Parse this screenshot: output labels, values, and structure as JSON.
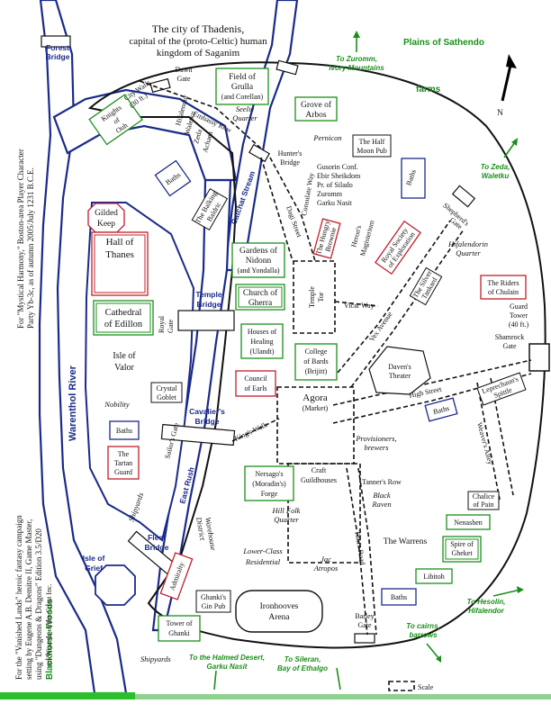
{
  "title": {
    "line1": "The city of Thadenis,",
    "line2": "capital of the (proto-Celtic) human",
    "line3": "kingdom of Saganim"
  },
  "compass_label": "N",
  "rivers": {
    "warenthol": "Warenthol River",
    "catchat": "Catchat Stream",
    "east_rush": "East Rush"
  },
  "bridges": {
    "forest": [
      "Forest",
      "Bridge"
    ],
    "temple": [
      "Temple",
      "Bridge"
    ],
    "cavalier": [
      "Cavalier's",
      "Bridge"
    ],
    "fleet": [
      "Fleet",
      "Bridge"
    ]
  },
  "islands": {
    "grief": [
      "Isle of",
      "Grief"
    ],
    "valor": [
      "Isle of",
      "Valor"
    ]
  },
  "regions": {
    "plains": "Plains of Sathendo",
    "farms": "farms",
    "blackhorse": "Blackhorse Woods"
  },
  "directions": {
    "zuromm": [
      "To Zuromm,",
      "Ivory Mountains"
    ],
    "zeda": [
      "To Zeda,",
      "Waletku"
    ],
    "hesolin": [
      "To Hesolin,",
      "Hifalendor"
    ],
    "cairns": [
      "To cairns,",
      "barrows"
    ],
    "sileran": [
      "To Sileran,",
      "Bay of Ethalgo"
    ],
    "halmed": [
      "To the Halmed Desert,",
      "Garku Nasit"
    ]
  },
  "gates": {
    "dawn": [
      "Dawn",
      "Gate"
    ],
    "shepherds": [
      "Shepherd's",
      "Gate"
    ],
    "shamrock": [
      "Shamrock",
      "Gate"
    ],
    "barley": [
      "Barley",
      "Gate"
    ],
    "sailors": "Sailor's Gate",
    "royal": [
      "Royal",
      "Gate"
    ]
  },
  "buildings": {
    "knights": [
      "Knights",
      "of",
      "Ouh"
    ],
    "field": [
      "Field of",
      "Grulla",
      "(and Corellan)"
    ],
    "grove": [
      "Grove of",
      "Arbos"
    ],
    "halfmoon": [
      "The Half",
      "Moon Pub"
    ],
    "baths_ne": "Baths",
    "baths_nw": "Baths",
    "balking": [
      "The Balking",
      "Baldric"
    ],
    "gilded": [
      "Gilded",
      "Keep"
    ],
    "hall": [
      "Hall of",
      "Thanes"
    ],
    "cathedral": [
      "Cathedral",
      "of Edillon"
    ],
    "crystal": [
      "Crystal",
      "Goblet"
    ],
    "baths_valor": "Baths",
    "tartan": [
      "The",
      "Tartan",
      "Guard"
    ],
    "gardens": [
      "Gardens of",
      "Nidonn",
      "(and Yondalla)"
    ],
    "church": [
      "Church of",
      "Gherra"
    ],
    "houses": [
      "Houses of",
      "Healing",
      "(Ulandt)"
    ],
    "council": [
      "Council",
      "of Earls"
    ],
    "college": [
      "College",
      "of Bards",
      "(Brijitt)"
    ],
    "hungry": [
      "The Hungry",
      "Brownie"
    ],
    "royal_society": [
      "Royal Society",
      "of Exploration"
    ],
    "riders": [
      "The Riders",
      "of Chulain"
    ],
    "silver": [
      "The Silver",
      "Tankard"
    ],
    "daven": [
      "Daven's",
      "Theater"
    ],
    "leprechaun": [
      "Leprechaun's",
      "Spittle"
    ],
    "baths_high": "Baths",
    "nersago": [
      "Nersago's",
      "(Moradin's)",
      "Forge"
    ],
    "chalice": [
      "Chalice",
      "of Pain"
    ],
    "nenashen": "Nenashen",
    "spire": [
      "Spire of",
      "Gheket"
    ],
    "libitoh": "Libitoh",
    "baths_se": "Baths",
    "admiralty": "Admiralty",
    "ghanki_gin": [
      "Ghanki's",
      "Gin Pub"
    ],
    "ironhooves": [
      "Ironhooves",
      "Arena"
    ],
    "tower_ghanki": [
      "Tower of",
      "Ghanki"
    ],
    "temple_tor": [
      "Temple",
      "Tor"
    ],
    "agora": [
      "Agora",
      "(Market)"
    ]
  },
  "areas": {
    "city_walls": [
      "City Walls",
      "(30 ft.)"
    ],
    "embassy_row": "Embassy Row",
    "seelie": [
      "Seelie",
      "Quarter"
    ],
    "embassies": [
      "Hifalendor",
      "Waletku",
      "Zeda",
      "Achaea"
    ],
    "pernicon": "Pernicon",
    "hunters_bridge": [
      "Hunter's",
      "Bridge"
    ],
    "consulate": "Consulate Way",
    "dagi": "Dagi Street",
    "consulates": [
      "Gusorin Conf.",
      "Ebir Sheikdom",
      "Pr. of Silado",
      "Zuromm",
      "Garku Nasit"
    ],
    "heron": [
      "Heron's",
      "Magisterium"
    ],
    "hifalendorin": [
      "Hifalendorin",
      "Quarter"
    ],
    "guard_tower": [
      "Guard",
      "Tower",
      "(40 ft.)"
    ],
    "vicar_way": "Vicar Way",
    "vex_avenue": "Vex Avenue",
    "high_street": "High Street",
    "weavers_alley": "Weaver's Alley",
    "nobility": "Nobility",
    "kings_walk": "King's Walk",
    "provisioners": [
      "Provisioners,",
      "brewers"
    ],
    "craft": [
      "Craft",
      "Guildhouses"
    ],
    "tanners": "Tanner's Row",
    "black_raven": [
      "Black",
      "Raven"
    ],
    "hill_folk": [
      "Hill Folk",
      "Quarter"
    ],
    "warehouse": [
      "Warehouse",
      "District"
    ],
    "shipyards_valor": "Shipyards",
    "lower_class": [
      "Lower-Class",
      "Residential"
    ],
    "jac": [
      "Jac",
      "Atropos"
    ],
    "thorn_road": "Thorn Road",
    "warrens": "The Warrens",
    "shipyards_s": "Shipyards"
  },
  "credit": {
    "line1": "For \"Mystical Harmony,\" Boston-area Player Character",
    "line2": "Party Yb-3c, as of autumn 2005/July 1231 B.C.E.",
    "line3": "For the \"Vanished Lands\" heroic fantasy campaign",
    "line4": "setting by Eugene A.B. Demitre II, Game Master,",
    "line5": "using \"Dungeons & Dragons\" Edition 3.5/D20",
    "line6": "tm Wizards of the Coast Inc."
  },
  "scale_label": "Scale",
  "colors": {
    "green": "#1a8f1a",
    "red": "#c0202a",
    "blue": "#1a2a8a",
    "black": "#111111"
  }
}
